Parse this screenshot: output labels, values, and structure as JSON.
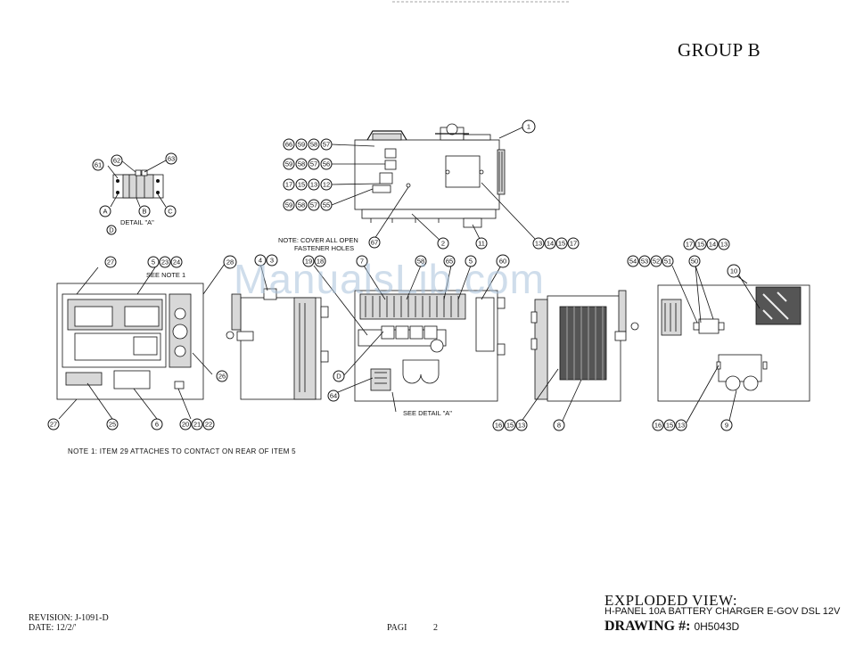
{
  "header": {
    "group": "GROUP B"
  },
  "watermark": "ManualsLib.com",
  "detail_a": {
    "label": "DETAIL \"A\"",
    "callouts": [
      "61",
      "62",
      "63",
      "A",
      "B",
      "C",
      "D"
    ]
  },
  "callouts": {
    "top_group": [
      "66",
      "59",
      "58",
      "57",
      "59",
      "58",
      "57",
      "56",
      "17",
      "15",
      "13",
      "12",
      "59",
      "58",
      "57",
      "55",
      "1",
      "67",
      "2",
      "11",
      "13",
      "14",
      "15",
      "17"
    ],
    "front": [
      "27",
      "5",
      "23",
      "24",
      "28",
      "26",
      "27",
      "25",
      "6",
      "20",
      "21",
      "22"
    ],
    "interior": [
      "19",
      "18",
      "7",
      "58",
      "65",
      "5",
      "60",
      "64",
      "D"
    ],
    "right_side": [
      "16",
      "15",
      "13",
      "8"
    ],
    "rear": [
      "54",
      "53",
      "52",
      "51",
      "50",
      "17",
      "15",
      "14",
      "13",
      "10",
      "16",
      "15",
      "13",
      "9"
    ]
  },
  "notes": {
    "cover": "NOTE: COVER ALL OPEN\nFASTENER HOLES",
    "see_note_1": "SEE NOTE 1",
    "see_detail_a": "SEE DETAIL \"A\"",
    "note1": "NOTE 1: ITEM 29 ATTACHES TO CONTACT ON REAR OF ITEM 5"
  },
  "title_block": {
    "view": "EXPLODED VIEW:",
    "description": "H-PANEL 10A BATTERY CHARGER E-GOV DSL 12V",
    "drawing_label": "DRAWING #:",
    "drawing_number": "0H5043D",
    "revision": "REVISION: J-1091-D",
    "date": "DATE: 12/2/'",
    "page_label": "PAGI",
    "page_number": "2"
  }
}
